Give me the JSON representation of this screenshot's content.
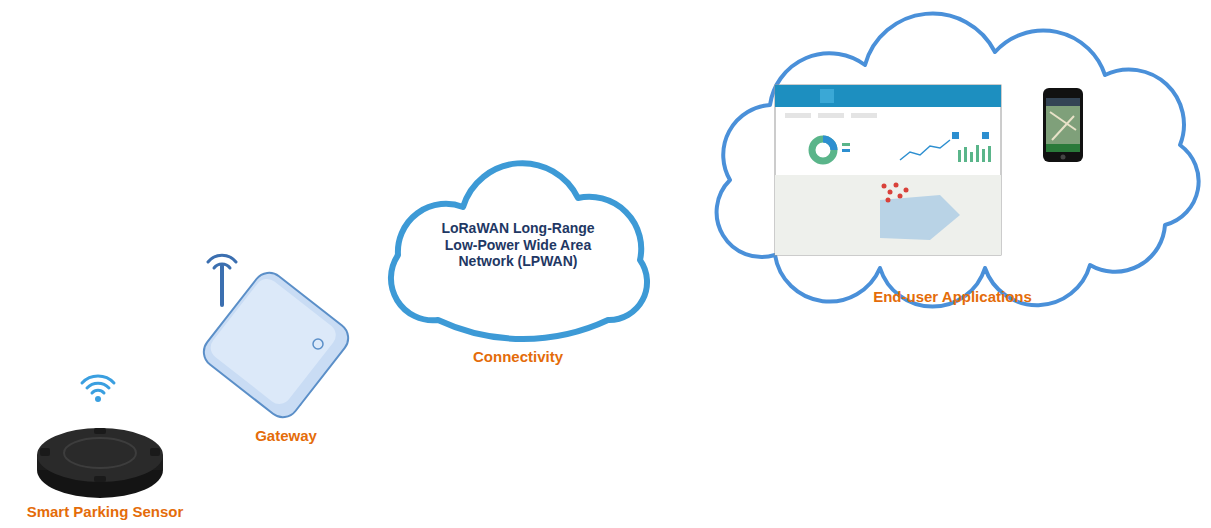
{
  "diagram": {
    "nodes": [
      {
        "text": [
          "Smart Parking Sensor"
        ]
      },
      {
        "text": [
          "Gateway"
        ]
      },
      {
        "text": [
          "LoRaWAN Long-Range Low-Power Wide Area Network (LPWAN)",
          "Connectivity"
        ]
      },
      {
        "text": [
          "End-user Applications"
        ]
      }
    ]
  }
}
